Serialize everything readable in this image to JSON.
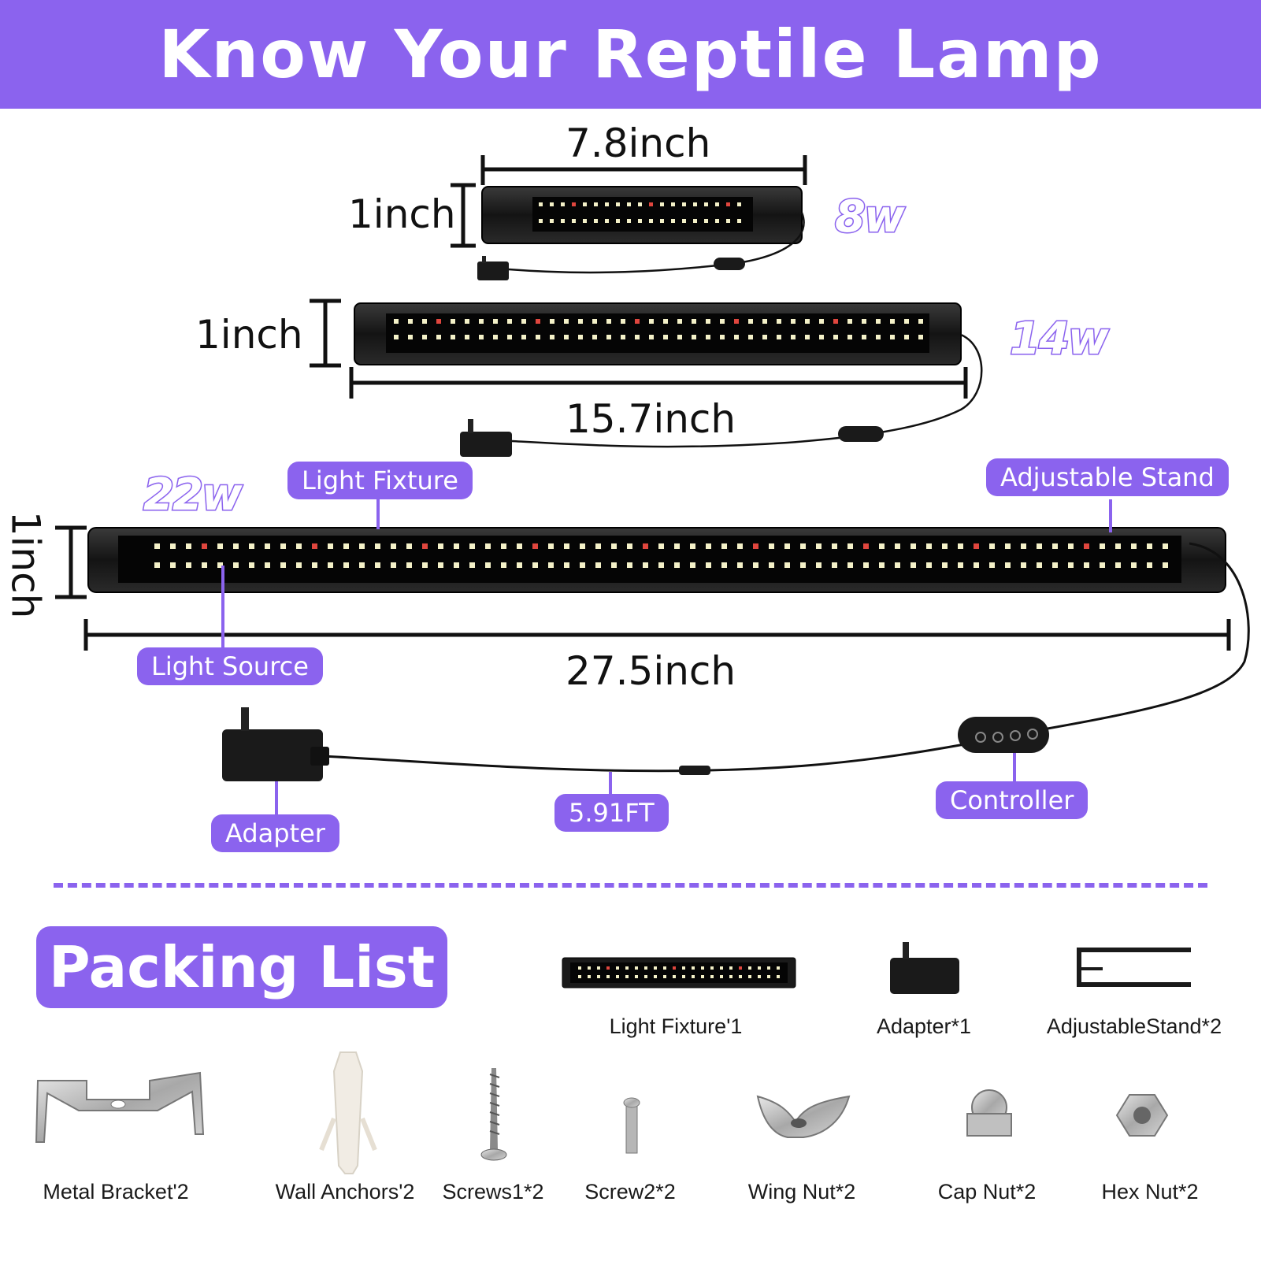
{
  "title": "Know Your Reptile Lamp",
  "colors": {
    "accent": "#8b63ee",
    "fixture": "#1c1c1c",
    "led_white": "#f4f1c8",
    "led_red": "#e0463e"
  },
  "lamps": [
    {
      "watt": "8w",
      "length": "7.8inch",
      "height": "1inch"
    },
    {
      "watt": "14w",
      "length": "15.7inch",
      "height": "1inch"
    },
    {
      "watt": "22w",
      "length": "27.5inch",
      "height": "1inch"
    }
  ],
  "callouts": {
    "light_fixture": "Light Fixture",
    "adjustable_stand": "Adjustable Stand",
    "light_source": "Light Source",
    "adapter": "Adapter",
    "cable_length": "5.91FT",
    "controller": "Controller"
  },
  "packing_list": {
    "title": "Packing List",
    "row1": [
      {
        "label": "Light Fixture'1",
        "icon": "light-fixture-icon"
      },
      {
        "label": "Adapter*1",
        "icon": "adapter-icon"
      },
      {
        "label": "AdjustableStand*2",
        "icon": "stand-icon"
      }
    ],
    "row2": [
      {
        "label": "Metal Bracket'2",
        "icon": "metal-bracket-icon"
      },
      {
        "label": "Wall Anchors'2",
        "icon": "wall-anchor-icon"
      },
      {
        "label": "Screws1*2",
        "icon": "screw-icon"
      },
      {
        "label": "Screw2*2",
        "icon": "short-screw-icon"
      },
      {
        "label": "Wing Nut*2",
        "icon": "wing-nut-icon"
      },
      {
        "label": "Cap Nut*2",
        "icon": "cap-nut-icon"
      },
      {
        "label": "Hex Nut*2",
        "icon": "hex-nut-icon"
      }
    ]
  }
}
